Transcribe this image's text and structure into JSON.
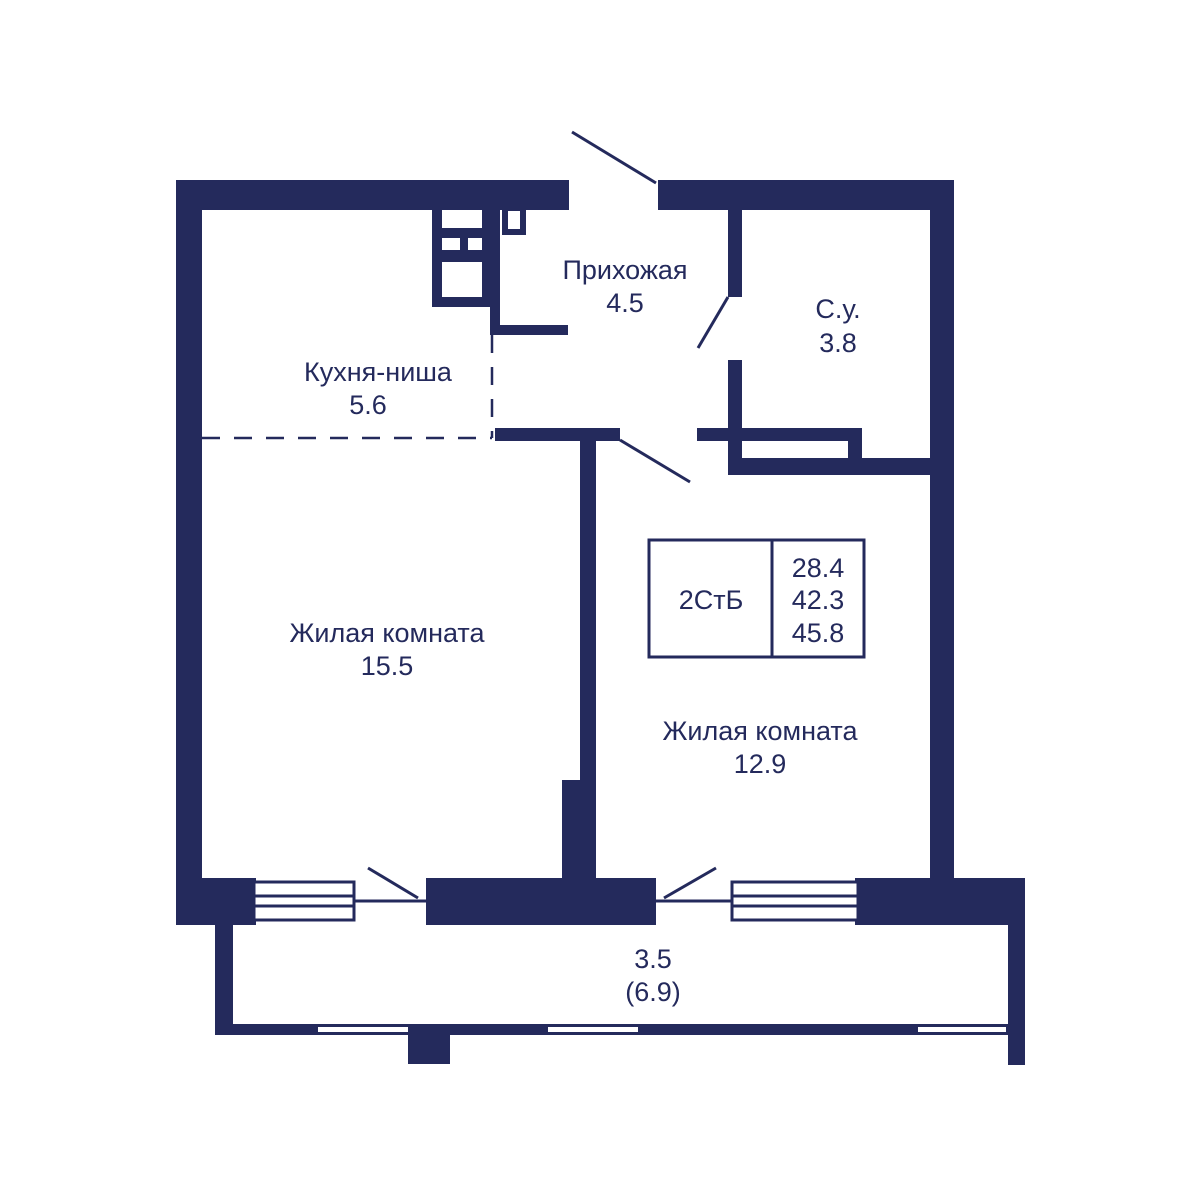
{
  "rooms": {
    "hallway": {
      "name": "Прихожая",
      "area": "4.5"
    },
    "bathroom": {
      "name": "С.у.",
      "area": "3.8"
    },
    "kitchen": {
      "name": "Кухня-ниша",
      "area": "5.6"
    },
    "living_left": {
      "name": "Жилая комната",
      "area": "15.5"
    },
    "living_right": {
      "name": "Жилая комната",
      "area": "12.9"
    },
    "balcony": {
      "area": "3.5",
      "area_full": "(6.9)"
    }
  },
  "summary": {
    "type": "2СтБ",
    "living_area": "28.4",
    "total_area": "42.3",
    "total_with_balcony": "45.8"
  },
  "colors": {
    "wall": "#242a5c",
    "background": "#ffffff"
  }
}
